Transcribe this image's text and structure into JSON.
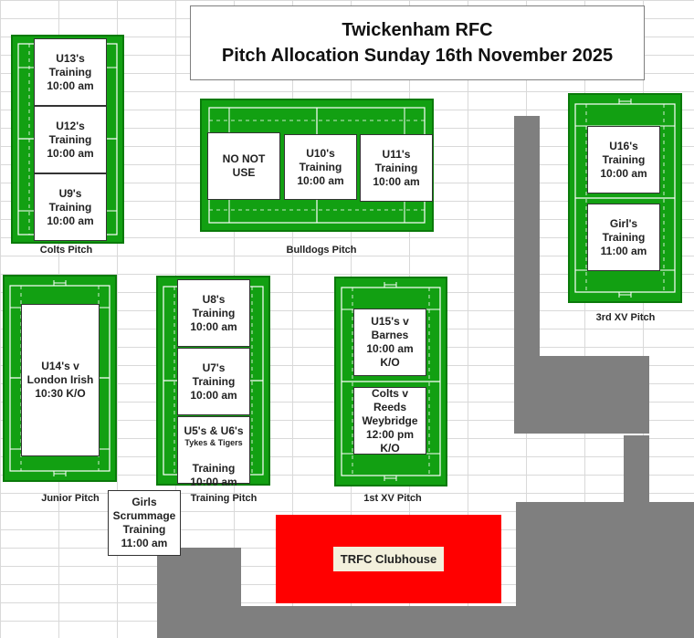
{
  "title": {
    "line1": "Twickenham RFC",
    "line2": "Pitch Allocation Sunday 16th November 2025"
  },
  "colors": {
    "pitch_green": "#12a012",
    "clubhouse_red": "#ff0000",
    "road_gray": "#7f7f7f"
  },
  "pitches": {
    "colts": {
      "label": "Colts Pitch",
      "slots": [
        "U13's\nTraining\n10:00 am",
        "U12's\nTraining\n10:00 am",
        "U9's\nTraining\n10:00 am"
      ]
    },
    "bulldogs": {
      "label": "Bulldogs Pitch",
      "slots": [
        "NO NOT USE",
        "U10's\nTraining\n10:00 am",
        "U11's\nTraining\n10:00 am"
      ]
    },
    "third_xv": {
      "label": "3rd XV Pitch",
      "slots": [
        "U16's\nTraining\n10:00 am",
        "Girl's\nTraining\n11:00 am"
      ]
    },
    "junior": {
      "label": "Junior Pitch",
      "slots": [
        "U14's v\nLondon Irish\n10:30 K/O"
      ]
    },
    "training": {
      "label": "Training Pitch",
      "slots": [
        "U8's\nTraining\n10:00 am",
        "U7's\nTraining\n10:00 am"
      ],
      "combined_slot": {
        "line1": "U5's & U6's",
        "line2": "Tykes & Tigers",
        "line3": "Training\n10:00 am"
      }
    },
    "first_xv": {
      "label": "1st XV Pitch",
      "slots": [
        "U15's v\nBarnes\n10:00 am\nK/O",
        "Colts v Reeds\nWeybridge\n12:00 pm\nK/O"
      ]
    }
  },
  "girls_scrummage": "Girls\nScrummage\nTraining\n11:00 am",
  "clubhouse": "TRFC Clubhouse"
}
